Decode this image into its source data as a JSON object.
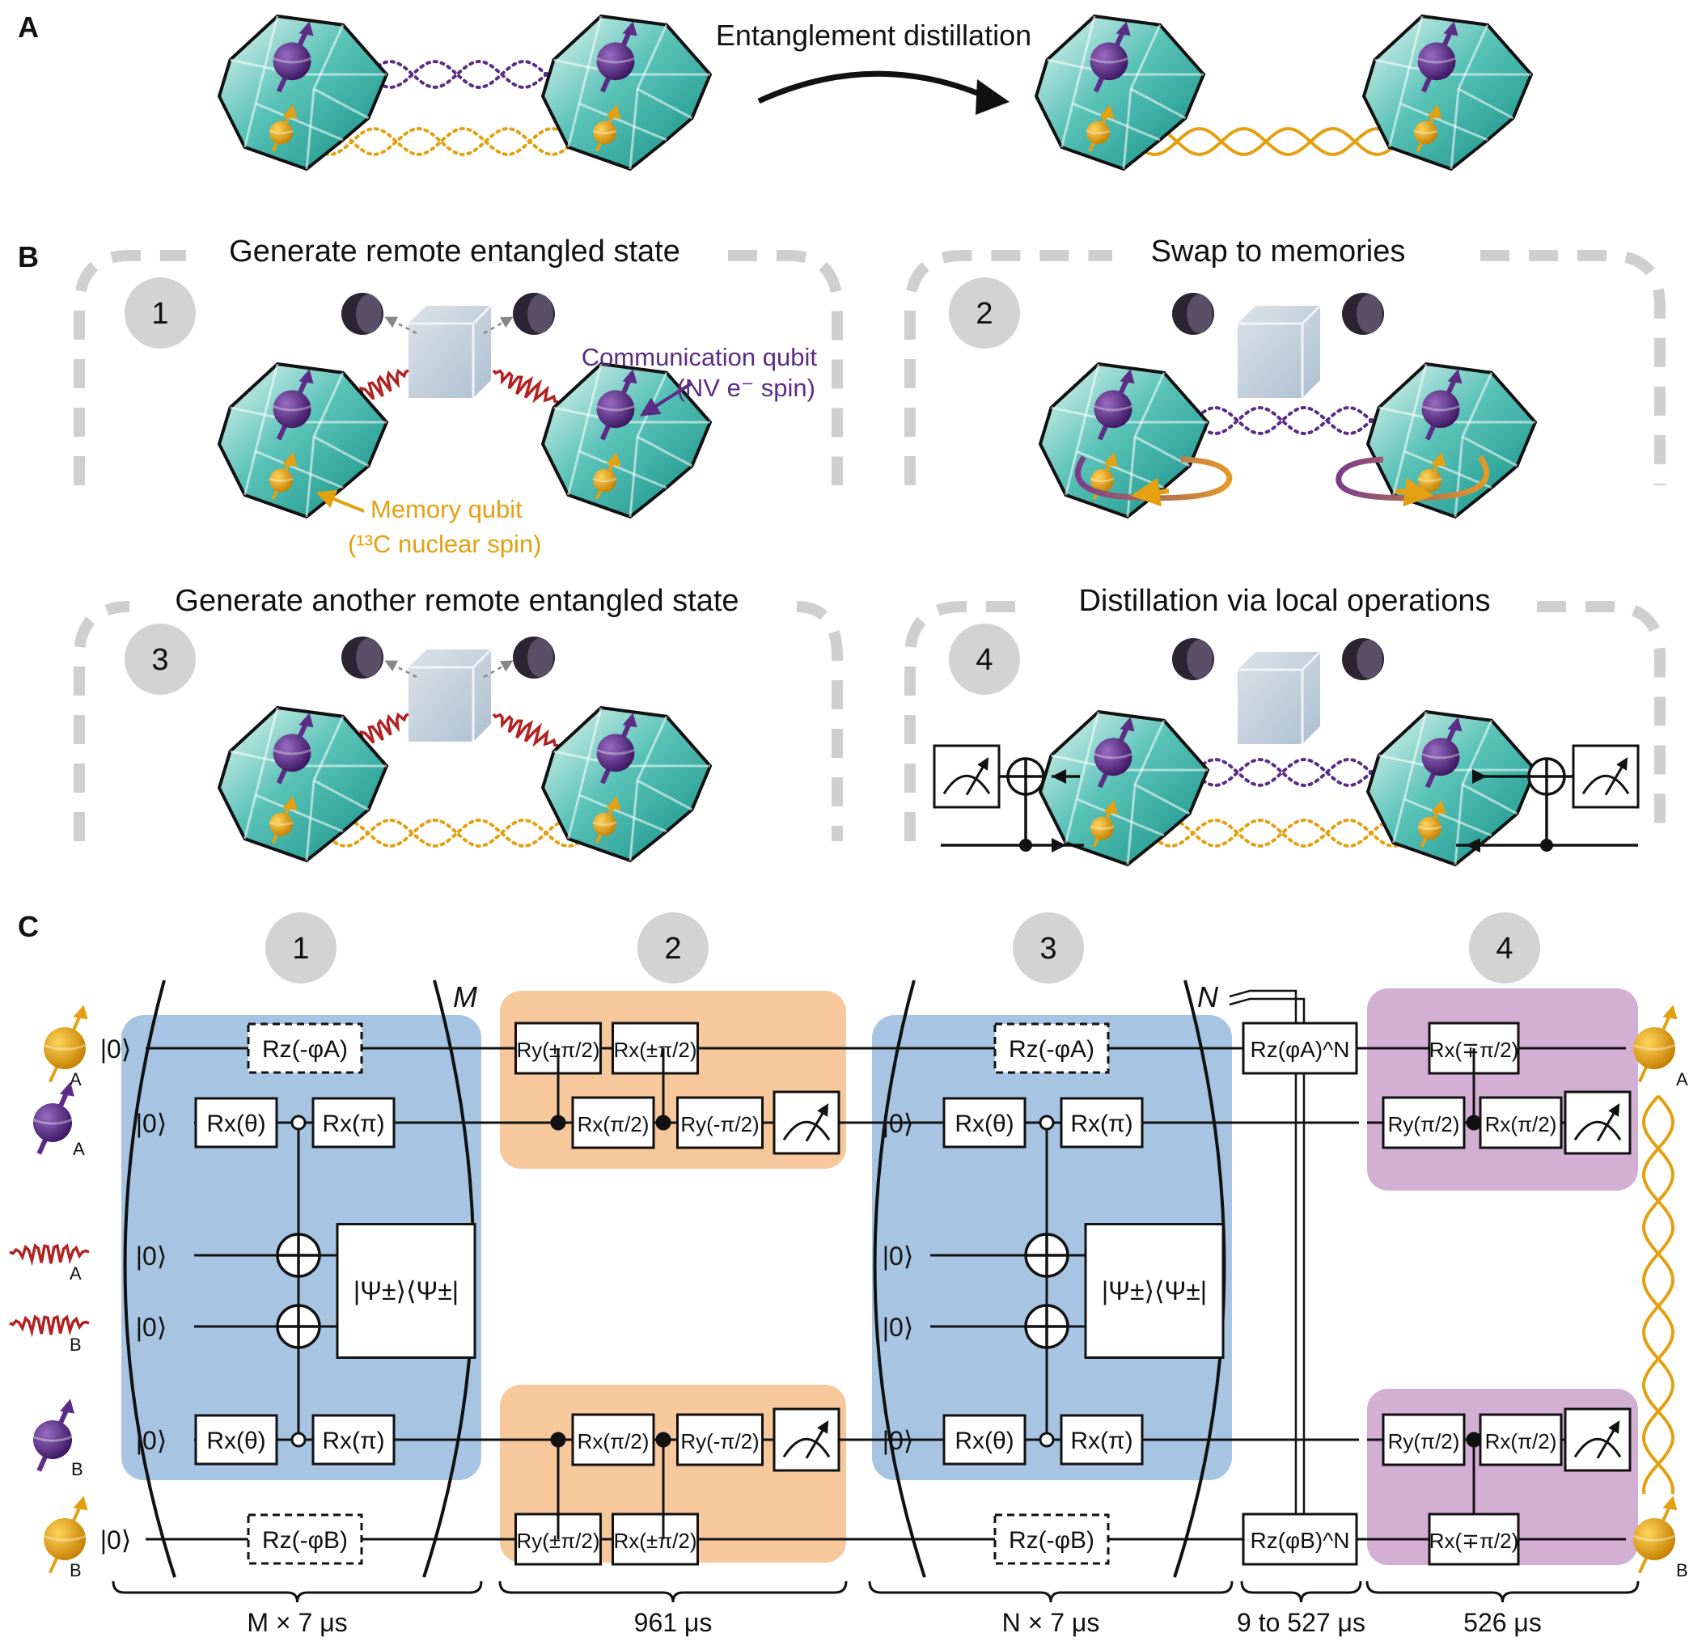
{
  "panels": {
    "a": {
      "letter": "A",
      "arrow_label": "Entanglement distillation"
    },
    "b": {
      "letter": "B",
      "steps": [
        {
          "number": "1",
          "title": "Generate remote entangled state"
        },
        {
          "number": "2",
          "title": "Swap to memories"
        },
        {
          "number": "3",
          "title": "Generate another remote entangled state"
        },
        {
          "number": "4",
          "title": "Distillation via local operations"
        }
      ],
      "communication_label_1": "Communication qubit",
      "communication_label_2": "(NV e⁻ spin)",
      "memory_label_1": "Memory qubit",
      "memory_label_2": "(¹³C nuclear spin)"
    },
    "c": {
      "letter": "C",
      "step_numbers": [
        "1",
        "2",
        "3",
        "4"
      ],
      "repeat_m": "M",
      "repeat_n": "N",
      "init": "|0⟩",
      "qubit_subscripts": [
        "A",
        "A",
        "A",
        "B",
        "B",
        "B"
      ],
      "gates": {
        "rz_minus_phi_a": "Rz(-φA)",
        "rz_minus_phi_b": "Rz(-φB)",
        "rx_theta": "Rx(θ)",
        "rx_pi": "Rx(π)",
        "bell_projector": "|Ψ±⟩⟨Ψ±|",
        "ry_pm_pi2": "Ry(±π/2)",
        "rx_pm_pi2": "Rx(±π/2)",
        "rx_pi2": "Rx(π/2)",
        "ry_minus_pi2": "Ry(-π/2)",
        "rz_phi_a_n": "Rz(φA)^N",
        "rz_phi_b_n": "Rz(φB)^N",
        "rx_mp_pi2": "Rx(∓π/2)",
        "ry_pi2": "Ry(π/2)"
      },
      "durations": [
        "M × 7 μs",
        "961 μs",
        "N × 7 μs",
        "9 to 527 μs",
        "526 μs"
      ]
    }
  },
  "colors": {
    "purple": "#5b2d86",
    "orange": "#e3a011",
    "teal": "#3fb5ab",
    "red": "#b22222",
    "blue_box": "#a7c5e3",
    "orange_box": "#f6c89c",
    "purple_box": "#d4afd4",
    "gray_circle": "#d3d3d3",
    "dash_gray": "#cfcfcf"
  }
}
